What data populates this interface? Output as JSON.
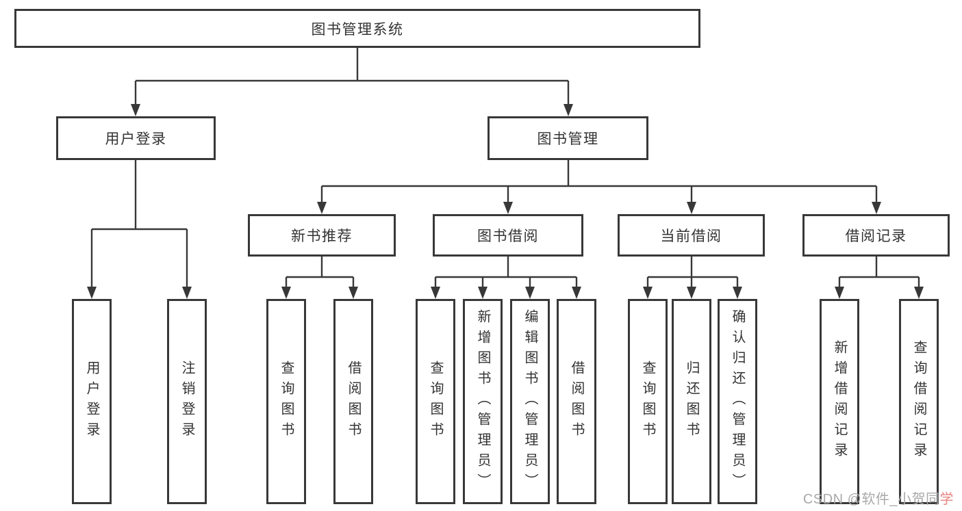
{
  "tree": {
    "label": "图书管理系统",
    "children": [
      {
        "label": "用户登录",
        "children": [
          {
            "label": "用户登录"
          },
          {
            "label": "注销登录"
          }
        ]
      },
      {
        "label": "图书管理",
        "children": [
          {
            "label": "新书推荐",
            "children": [
              {
                "label": "查询图书"
              },
              {
                "label": "借阅图书"
              }
            ]
          },
          {
            "label": "图书借阅",
            "children": [
              {
                "label": "查询图书"
              },
              {
                "label": "新增图书（管理员）"
              },
              {
                "label": "编辑图书（管理员）"
              },
              {
                "label": "借阅图书"
              }
            ]
          },
          {
            "label": "当前借阅",
            "children": [
              {
                "label": "查询图书"
              },
              {
                "label": "归还图书"
              },
              {
                "label": "确认归还（管理员）"
              }
            ]
          },
          {
            "label": "借阅记录",
            "children": [
              {
                "label": "新增借阅记录"
              },
              {
                "label": "查询借阅记录"
              }
            ]
          }
        ]
      }
    ]
  },
  "watermark": {
    "prefix": "CSDN @软件_小贺同",
    "accent": "学"
  },
  "colors": {
    "line": "#383838",
    "text": "#333333",
    "bg": "#ffffff",
    "wm": "#a9a9a9",
    "wm-accent": "#e8837f"
  }
}
